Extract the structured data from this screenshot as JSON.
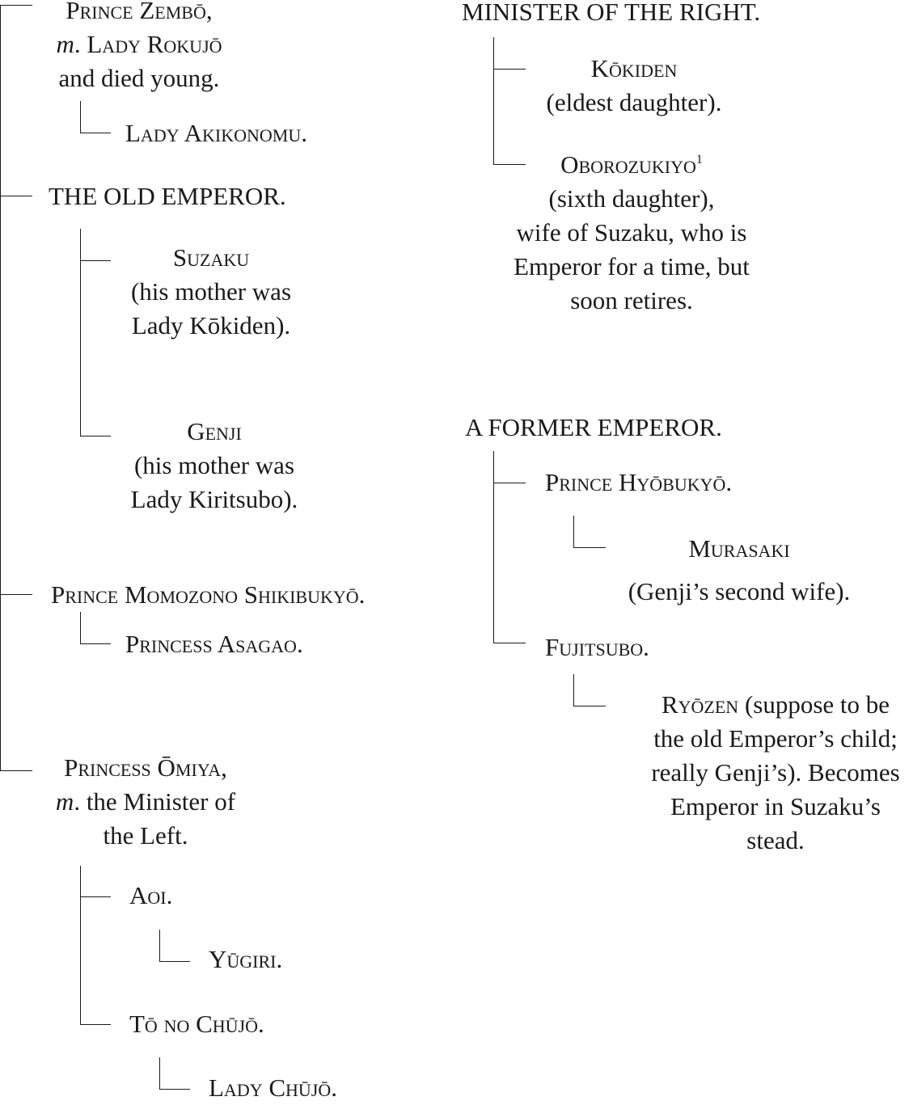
{
  "left_tree": {
    "zembo": {
      "name": "Prince Zembō",
      "line1_tail": ",",
      "married_prefix": "m",
      "married_sep": ". ",
      "spouse": "Lady Rokujō",
      "note": "and died young."
    },
    "akikonomu": {
      "name": "Lady Akikonomu",
      "tail": "."
    },
    "old_emperor": {
      "name": "THE OLD EMPEROR."
    },
    "suzaku": {
      "name": "Suzaku",
      "note_line1": "(his mother was",
      "note_line2": "Lady Kōkiden)."
    },
    "genji": {
      "name": "Genji",
      "note_line1": "(his mother was",
      "note_line2": "Lady Kiritsubo)."
    },
    "momozono": {
      "name": "Prince Momozono Shikibukyō",
      "tail": "."
    },
    "asagao": {
      "name": "Princess Asagao",
      "tail": "."
    },
    "omiya": {
      "name": "Princess Ōmiya",
      "line1_tail": ",",
      "married_prefix": "m",
      "married_text": ". the Minister of",
      "line3": "the Left."
    },
    "aoi": {
      "name": "Aoi",
      "tail": "."
    },
    "yugiri": {
      "name": "Yūgiri",
      "tail": "."
    },
    "to_no_chujo": {
      "name": "Tō no Chūjō",
      "tail": "."
    },
    "lady_chujo": {
      "name": "Lady Chūjō",
      "tail": "."
    }
  },
  "right_tree": {
    "minister_right": {
      "name": "MINISTER OF THE RIGHT."
    },
    "kokiden": {
      "name": "Kōkiden",
      "note": "(eldest daughter)."
    },
    "oborozukiyo": {
      "name": "Oborozukiyo",
      "footnote": "1",
      "line2": "(sixth daughter),",
      "line3": "wife of Suzaku, who is",
      "line4": "Emperor for a time, but",
      "line5": "soon retires."
    },
    "former_emperor": {
      "name": "A FORMER EMPEROR."
    },
    "hyobukyo": {
      "name": "Prince Hyōbukyō",
      "tail": "."
    },
    "murasaki": {
      "name": "Murasaki",
      "note": "(Genji’s second wife)."
    },
    "fujitsubo": {
      "name": "Fujitsubo",
      "tail": "."
    },
    "ryozen": {
      "name": "Ryōzen",
      "line1_text": " (suppose to be",
      "line2": "the old Emperor’s child;",
      "line3": "really Genji’s). Becomes",
      "line4": "Emperor in Suzaku’s",
      "line5": "stead."
    }
  }
}
